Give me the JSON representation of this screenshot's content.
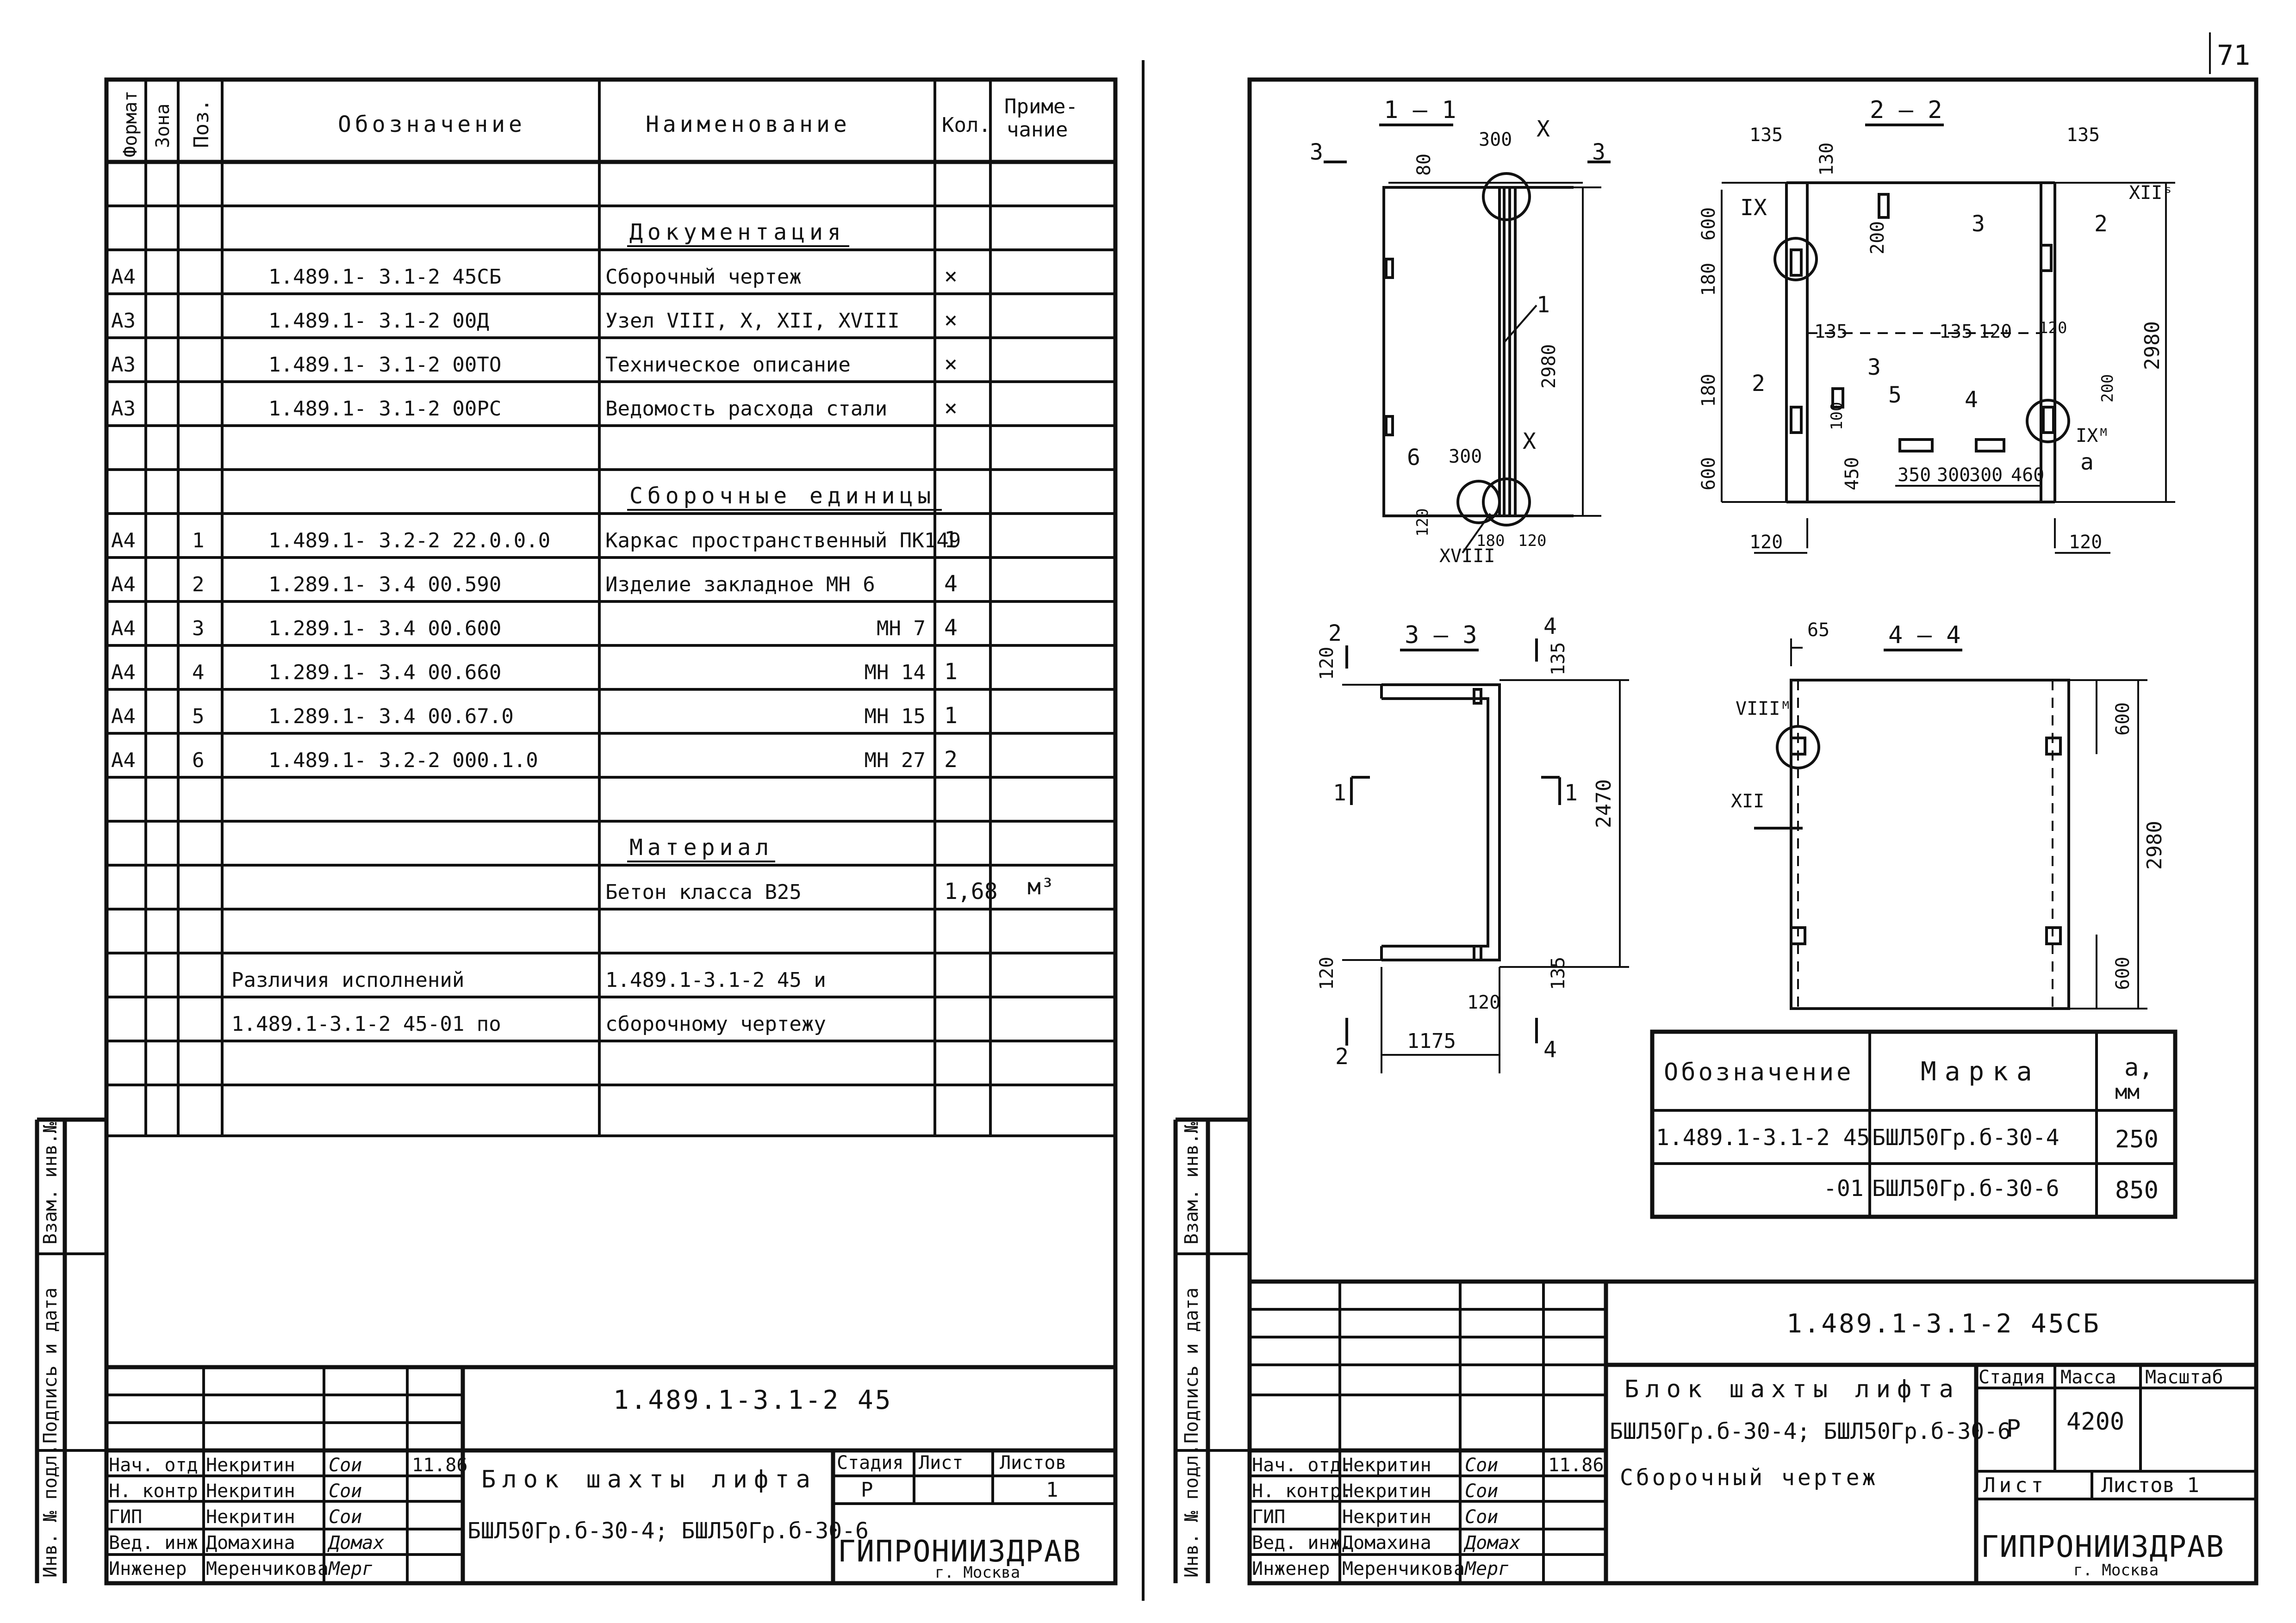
{
  "page_number": "71",
  "left_sheet": {
    "headers": {
      "format": "Формат",
      "zone": "Зона",
      "pos": "Поз.",
      "designation": "Обозначение",
      "name": "Наименование",
      "qty": "Кол.",
      "note_1": "Приме-",
      "note_2": "чание"
    },
    "rows": [
      {
        "format": "",
        "pos": "",
        "designation": "",
        "name": "Документация",
        "qty": "",
        "section": true
      },
      {
        "format": "А4",
        "pos": "",
        "designation": "1.489.1- 3.1-2    45СБ",
        "name": "Сборочный чертеж",
        "qty": "×"
      },
      {
        "format": "А3",
        "pos": "",
        "designation": "1.489.1- 3.1-2     00Д",
        "name": "Узел VIII, X, XII, XVIII",
        "qty": "×"
      },
      {
        "format": "А3",
        "pos": "",
        "designation": "1.489.1- 3.1-2     00ТО",
        "name": "Техническое описание",
        "qty": "×"
      },
      {
        "format": "А3",
        "pos": "",
        "designation": "1.489.1- 3.1-2     00РС",
        "name": "Ведомость расхода стали",
        "qty": "×"
      },
      {
        "format": "",
        "pos": "",
        "designation": "",
        "name": "",
        "qty": ""
      },
      {
        "format": "",
        "pos": "",
        "designation": "",
        "name": "Сборочные единицы",
        "qty": "",
        "section": true
      },
      {
        "format": "А4",
        "pos": "1",
        "designation": "1.489.1- 3.2-2  22.0.0.0",
        "name": "Каркас пространственный ПК149",
        "qty": "1"
      },
      {
        "format": "А4",
        "pos": "2",
        "designation": "1.289.1- 3.4   00.590",
        "name": "Изделие закладное  МН 6",
        "qty": "4"
      },
      {
        "format": "А4",
        "pos": "3",
        "designation": "1.289.1- 3.4   00.600",
        "name": "МН 7",
        "qty": "4",
        "right": true
      },
      {
        "format": "А4",
        "pos": "4",
        "designation": "1.289.1- 3.4   00.660",
        "name": "МН 14",
        "qty": "1",
        "right": true
      },
      {
        "format": "А4",
        "pos": "5",
        "designation": "1.289.1- 3.4   00.67.0",
        "name": "МН 15",
        "qty": "1",
        "right": true
      },
      {
        "format": "А4",
        "pos": "6",
        "designation": "1.489.1- 3.2-2  000.1.0",
        "name": "МН 27",
        "qty": "2",
        "right": true
      },
      {
        "format": "",
        "pos": "",
        "designation": "",
        "name": "",
        "qty": ""
      },
      {
        "format": "",
        "pos": "",
        "designation": "",
        "name": "Материал",
        "qty": "",
        "section": true
      },
      {
        "format": "",
        "pos": "",
        "designation": "",
        "name": "Бетон класса В25",
        "qty": "1,68",
        "note": "м³"
      },
      {
        "format": "",
        "pos": "",
        "designation": "",
        "name": "",
        "qty": ""
      },
      {
        "format": "",
        "pos": "",
        "designation": "Различия исполнений",
        "name": "1.489.1-3.1-2  45   и",
        "qty": ""
      },
      {
        "format": "",
        "pos": "",
        "designation": "1.489.1-3.1-2  45-01   по",
        "name": "сборочному чертежу",
        "qty": ""
      }
    ],
    "side_labels": {
      "inv_zam": "Взам. инв.№",
      "sign_date": "Подпись и дата",
      "inv_orig": "Инв. № подл."
    },
    "doc_code": "1.489.1-3.1-2   45",
    "title_1": "Блок шахты лифта",
    "title_2": "БШЛ50Гр.б-30-4; БШЛ50Гр.б-30-6",
    "stage_label": "Стадия",
    "sheet_label": "Лист",
    "sheets_label": "Листов",
    "stage": "Р",
    "sheets": "1",
    "org": "ГИПРОНИИЗДРАВ",
    "city": "г. Москва",
    "people": [
      {
        "role": "Нач. отд.",
        "name": "Некритин",
        "sign": "Сои",
        "date": "11.86"
      },
      {
        "role": "Н. контр.",
        "name": "Некритин",
        "sign": "Сои",
        "date": ""
      },
      {
        "role": "ГИП",
        "name": "Некритин",
        "sign": "Сои",
        "date": ""
      },
      {
        "role": "Вед. инж.",
        "name": "Домахина",
        "sign": "Домах",
        "date": ""
      },
      {
        "role": "Инженер",
        "name": "Меренчикова",
        "sign": "Мерг",
        "date": ""
      }
    ]
  },
  "right_sheet": {
    "views": {
      "v11": {
        "title": "1 — 1",
        "dims": [
          "300",
          "80",
          "2980",
          "300",
          "120",
          "180",
          "120"
        ],
        "labels": [
          "3",
          "3",
          "X",
          "X",
          "1",
          "6",
          "XVIII"
        ]
      },
      "v22": {
        "title": "2 — 2",
        "dims": [
          "135",
          "135",
          "130",
          "600",
          "200",
          "180",
          "2980",
          "135",
          "120",
          "120",
          "135",
          "180",
          "100",
          "200",
          "600",
          "450",
          "350",
          "300",
          "300",
          "460",
          "a",
          "120",
          "120"
        ],
        "labels": [
          "IX",
          "XIIˢ",
          "3",
          "2",
          "2",
          "3",
          "5",
          "4",
          "IXᴹ"
        ]
      },
      "v33": {
        "title": "3 — 3",
        "dims": [
          "120",
          "135",
          "2470",
          "120",
          "135",
          "120",
          "1175"
        ],
        "labels": [
          "2",
          "4",
          "1",
          "1",
          "2",
          "4"
        ]
      },
      "v44": {
        "title": "4 — 4",
        "dims": [
          "65",
          "600",
          "2980",
          "600"
        ],
        "labels": [
          "VIIIᴹ",
          "XII"
        ]
      }
    },
    "marks_table": {
      "headers": [
        "Обозначение",
        "Марка",
        "a,",
        "мм"
      ],
      "rows": [
        {
          "designation": "1.489.1-3.1-2  45",
          "mark": "БШЛ50Гр.б-30-4",
          "a": "250"
        },
        {
          "designation": "-01",
          "mark": "БШЛ50Гр.б-30-6",
          "a": "850"
        }
      ]
    },
    "side_labels": {
      "inv_zam": "Взам. инв.№",
      "sign_date": "Подпись и дата",
      "inv_orig": "Инв. № подл."
    },
    "doc_code": "1.489.1-3.1-2   45СБ",
    "title_1": "Блок шахты лифта",
    "title_2": "БШЛ50Гр.б-30-4; БШЛ50Гр.б-30-6",
    "title_3": "Сборочный    чертеж",
    "stage_label": "Стадия",
    "mass_label": "Масса",
    "scale_label": "Масштаб",
    "stage": "Р",
    "mass": "4200",
    "sheet_label": "Лист",
    "sheets_label": "Листов 1",
    "org": "ГИПРОНИИЗДРАВ",
    "city": "г. Москва",
    "people": [
      {
        "role": "Нач. отд.",
        "name": "Некритин",
        "sign": "Сои",
        "date": "11.86"
      },
      {
        "role": "Н. контр.",
        "name": "Некритин",
        "sign": "Сои",
        "date": ""
      },
      {
        "role": "ГИП",
        "name": "Некритин",
        "sign": "Сои",
        "date": ""
      },
      {
        "role": "Вед. инж.",
        "name": "Домахина",
        "sign": "Домах",
        "date": ""
      },
      {
        "role": "Инженер",
        "name": "Меренчикова",
        "sign": "Мерг",
        "date": ""
      }
    ]
  }
}
